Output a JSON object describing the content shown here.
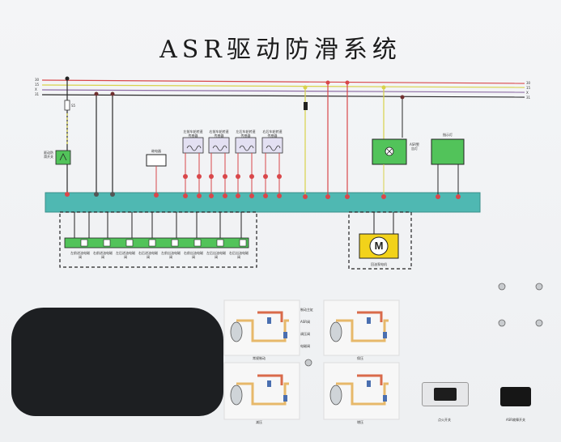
{
  "title": "ASR驱动防滑系统",
  "bus_labels_left": [
    "30",
    "15",
    "X",
    "31"
  ],
  "bus_labels_right": [
    "30",
    "15",
    "X",
    "31"
  ],
  "fuse_label": "S5",
  "switch_label": "驱动防滑开关",
  "relay_label": "继电器",
  "sensors": [
    {
      "label": "左前车轮转速传感器"
    },
    {
      "label": "右前车轮转速传感器"
    },
    {
      "label": "左后车轮转速传感器"
    },
    {
      "label": "右后车轮转速传感器"
    }
  ],
  "warning_lamp_label": "ASR警告灯",
  "indicator_label": "指示灯",
  "valves": [
    "左前进油电磁阀",
    "右前进油电磁阀",
    "左后进油电磁阀",
    "右后进油电磁阀",
    "左前出油电磁阀",
    "右前出油电磁阀",
    "左后出油电磁阀",
    "右后出油电磁阀"
  ],
  "motor_label": "回油泵电机",
  "motor_symbol": "M",
  "hydraulic_captions": [
    "常规制动",
    "保压",
    "减压",
    "增压"
  ],
  "small_legend": [
    "制动主缸",
    "ASR阀",
    "调压阀",
    "电磁阀"
  ],
  "bottom_switch_label": "点火开关",
  "bottom_button_label": "ASR故障开关",
  "colors": {
    "bus_red": "#d9474a",
    "bus_yellow": "#d8d24a",
    "bus_purple": "#8f6ea6",
    "bus_black": "#2a2a2a",
    "ecu": "#4fb8b2",
    "valve_green": "#52c35a"
  }
}
